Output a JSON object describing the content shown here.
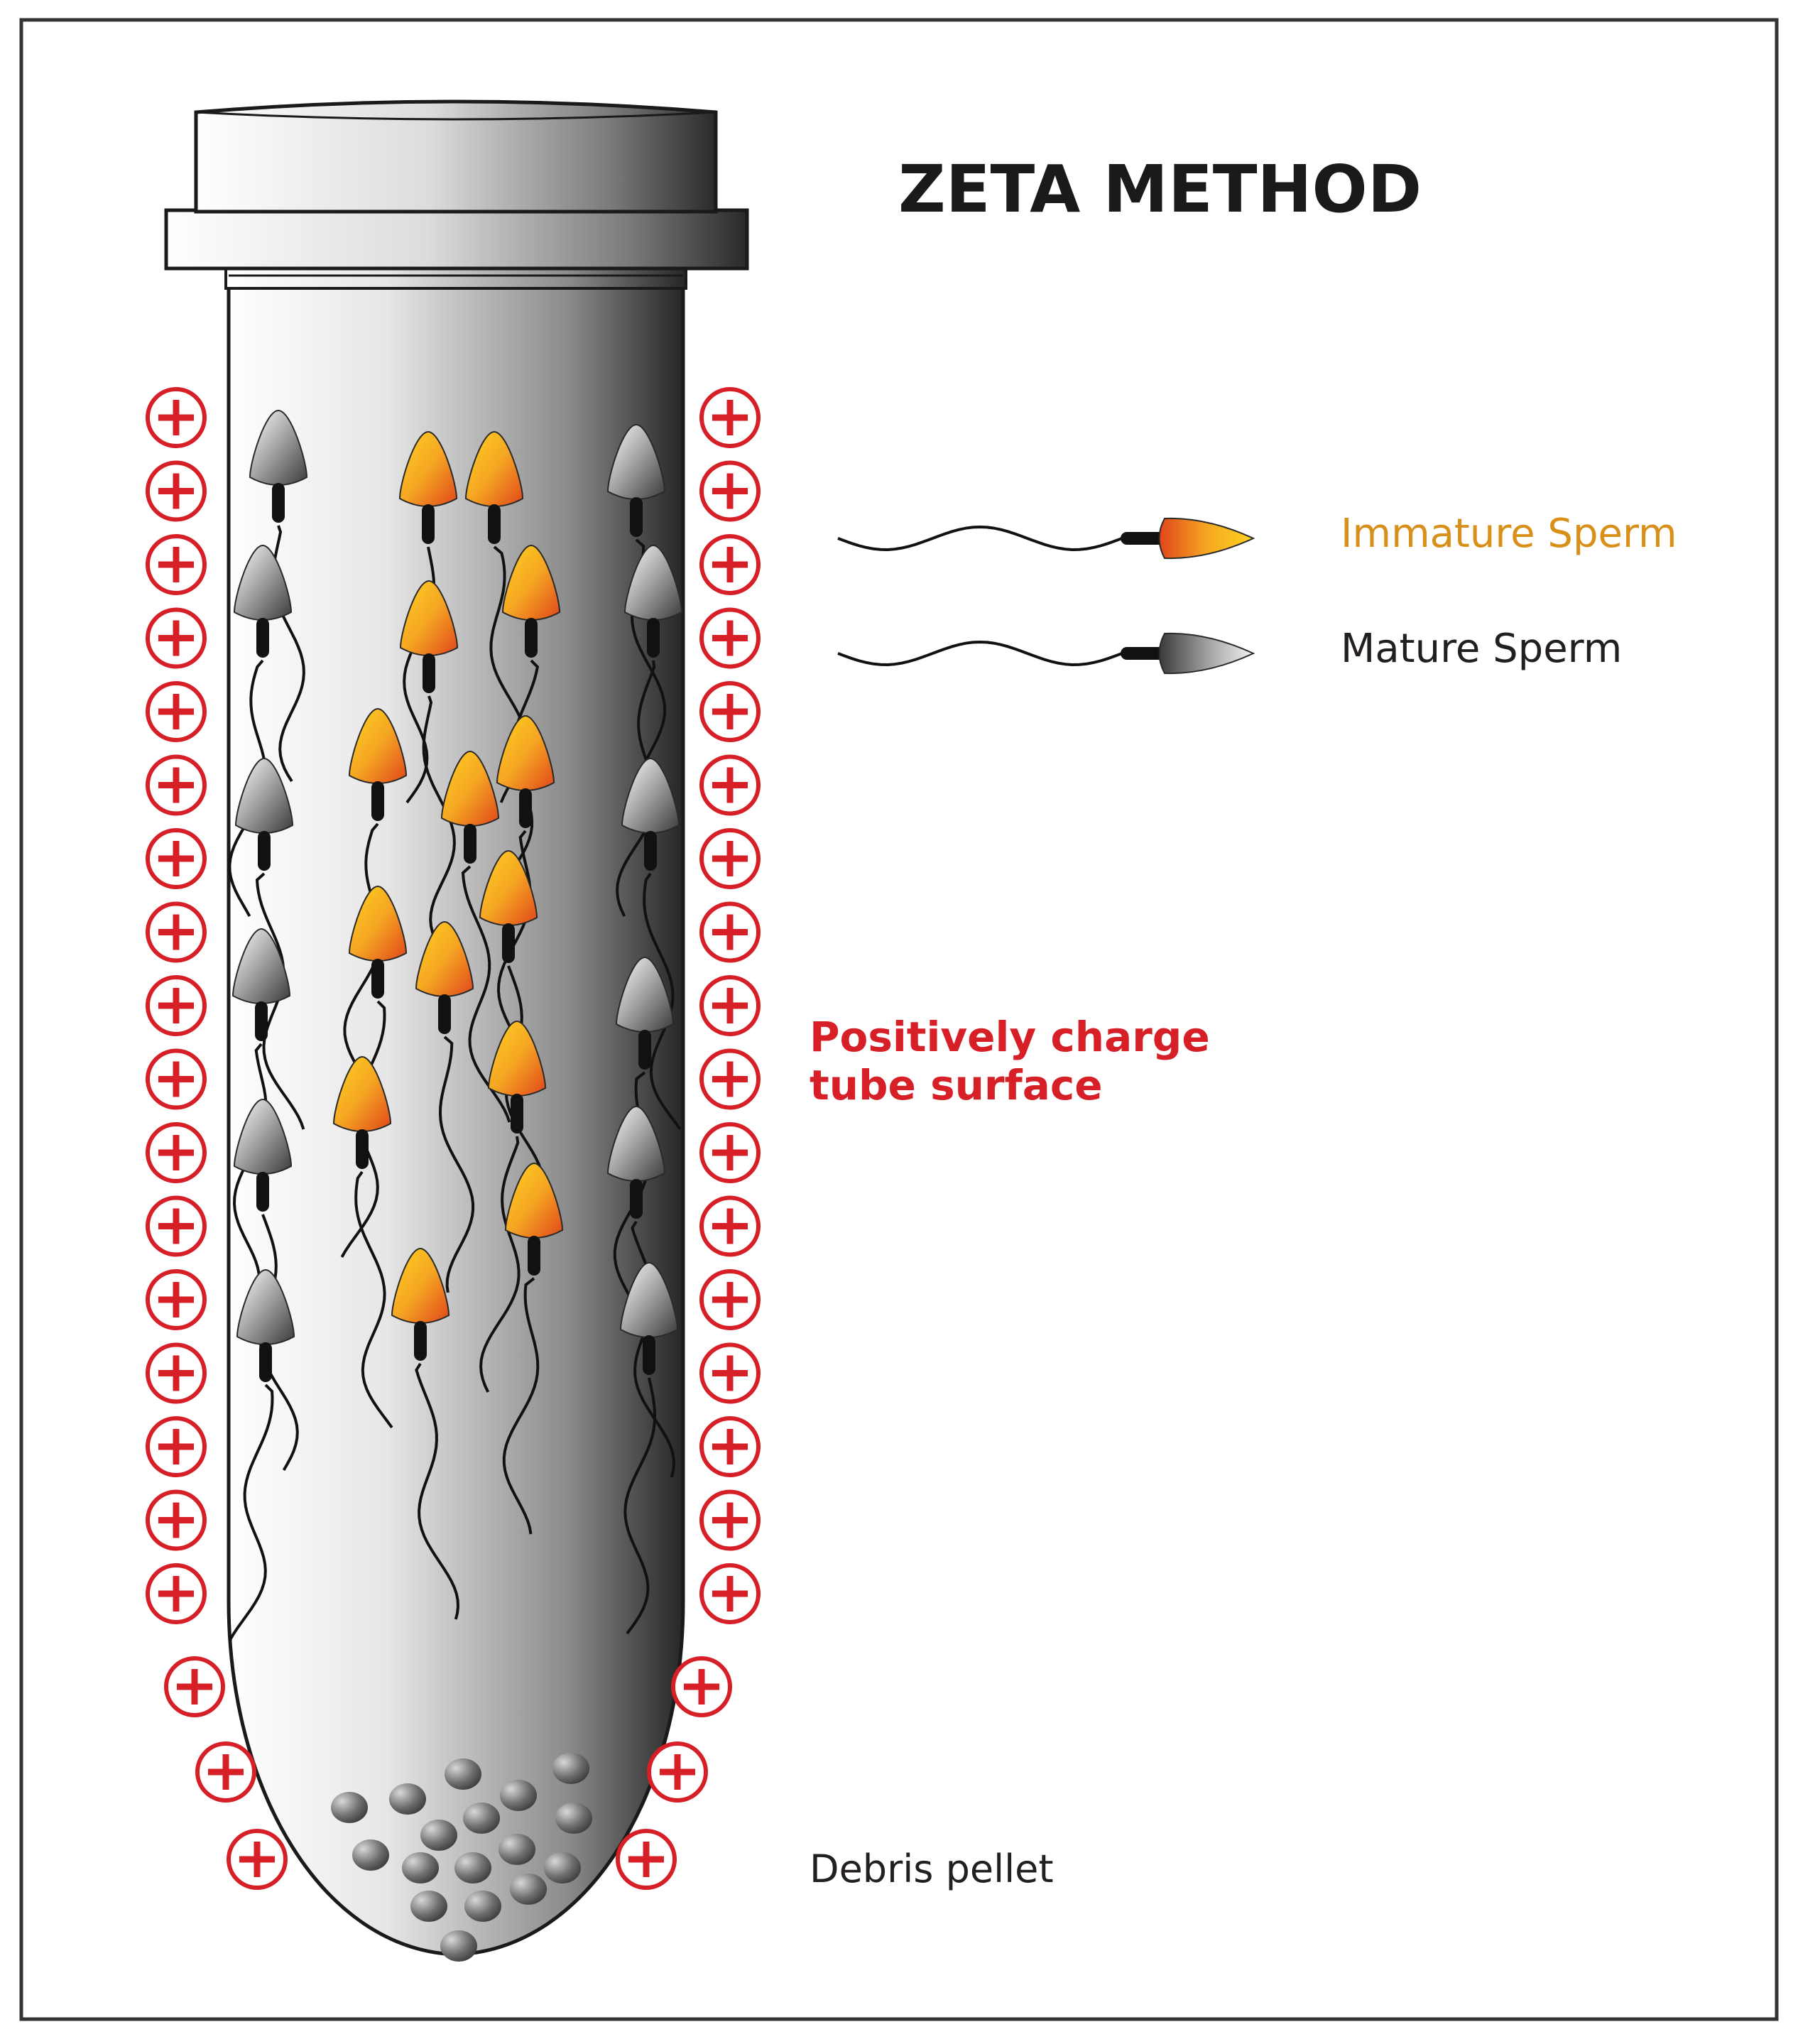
{
  "title": "ZETA METHOD",
  "legend": {
    "immature_label": "Immature Sperm",
    "mature_label": "Mature Sperm"
  },
  "annotations": {
    "surface_line1": "Positively charge",
    "surface_line2": "tube surface",
    "pellet": "Debris pellet"
  },
  "colors": {
    "immature": "#f5a623",
    "immature_dark": "#e0541a",
    "mature": "#9a9a9a",
    "charge": "#d61f26",
    "title": "#1a1a1a",
    "label_text": "#231f20",
    "immature_text": "#d9901a"
  }
}
